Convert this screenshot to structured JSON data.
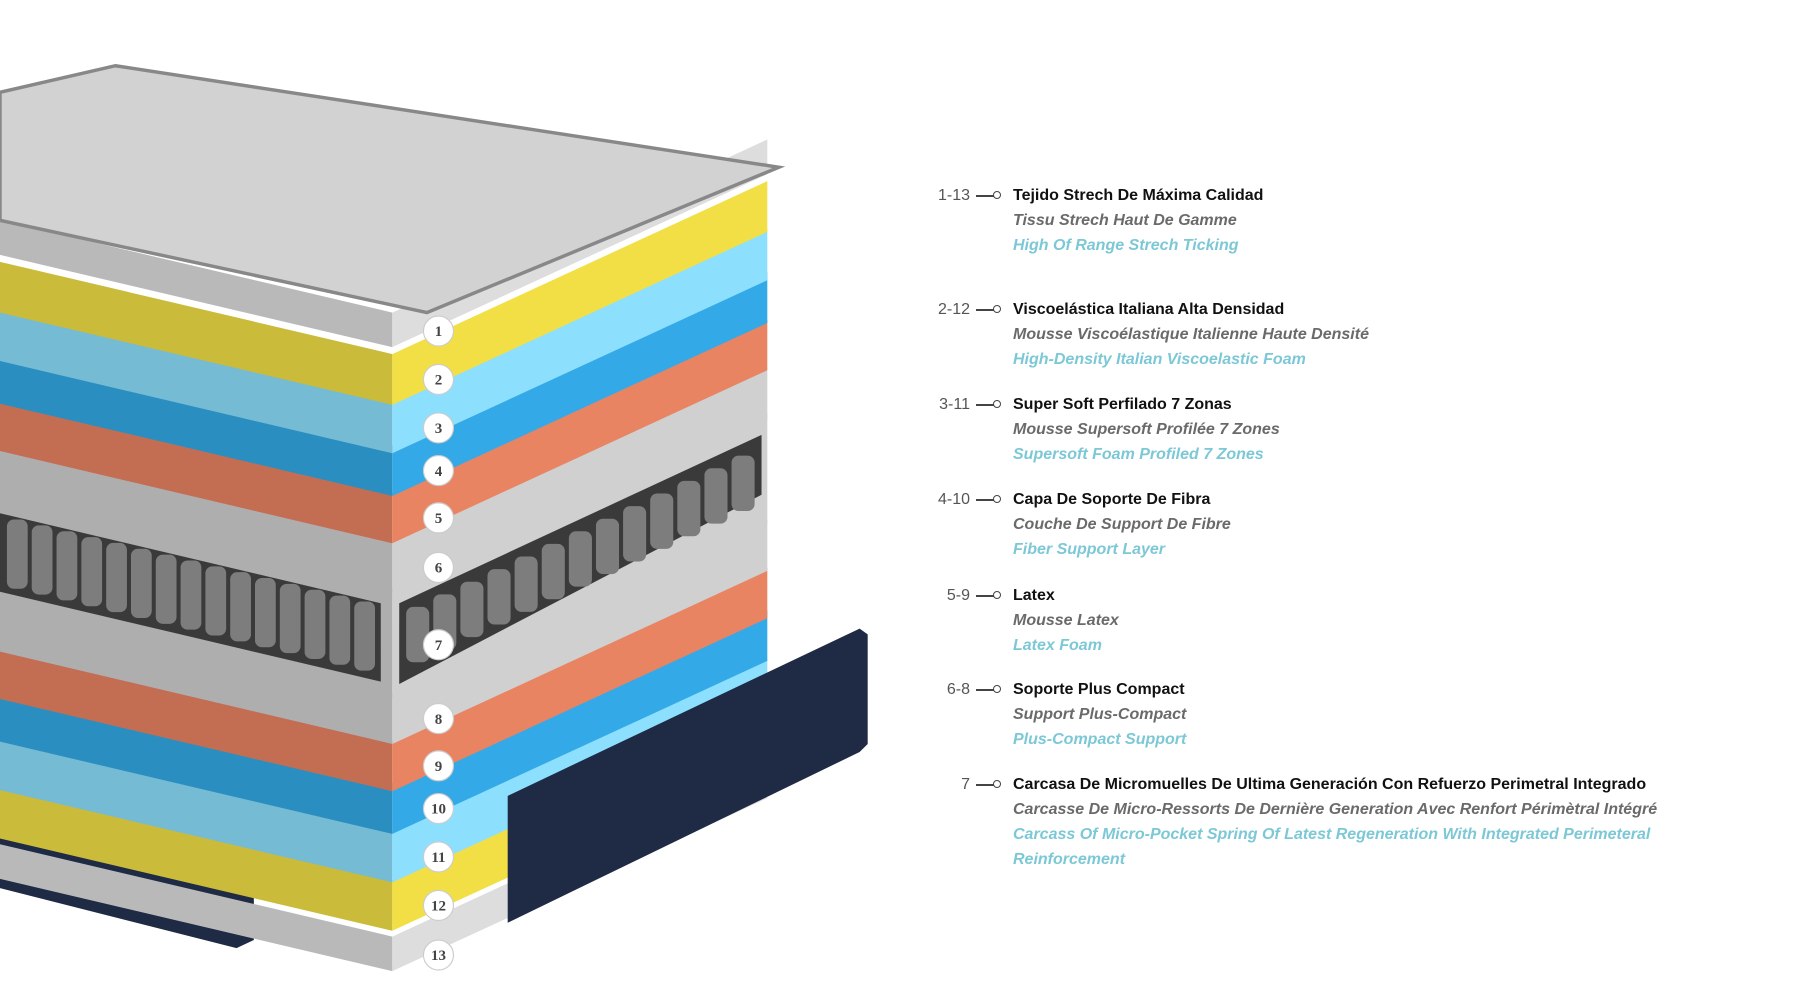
{
  "colors": {
    "ticking": "#c9c9c9",
    "yellow": "#dccb3f",
    "light_blue": "#7fcbe6",
    "blue": "#2f9ad2",
    "orange": "#d4785a",
    "gray": "#bdbdbd",
    "spring_frame": "#3a3a3a",
    "side_panel": "#1f2a44",
    "accent_text": "#7cc8d6"
  },
  "layers": [
    {
      "n": "1",
      "material": "ticking"
    },
    {
      "n": "2",
      "material": "yellow"
    },
    {
      "n": "3",
      "material": "light_blue"
    },
    {
      "n": "4",
      "material": "blue"
    },
    {
      "n": "5",
      "material": "orange"
    },
    {
      "n": "6",
      "material": "gray"
    },
    {
      "n": "7",
      "material": "spring"
    },
    {
      "n": "8",
      "material": "gray"
    },
    {
      "n": "9",
      "material": "orange"
    },
    {
      "n": "10",
      "material": "blue"
    },
    {
      "n": "11",
      "material": "light_blue"
    },
    {
      "n": "12",
      "material": "yellow"
    },
    {
      "n": "13",
      "material": "ticking"
    }
  ],
  "legend": [
    {
      "code": "1-13",
      "es": "Tejido Strech De Máxima Calidad",
      "fr": "Tissu Strech Haut De Gamme",
      "en": "High Of Range Strech Ticking"
    },
    {
      "code": "2-12",
      "es": "Viscoelástica Italiana Alta Densidad",
      "fr": "Mousse Viscoélastique Italienne Haute Densité",
      "en": "High-Density Italian Viscoelastic Foam"
    },
    {
      "code": "3-11",
      "es": "Super Soft  Perfilado 7 Zonas",
      "fr": "Mousse Supersoft Profilée 7 Zones",
      "en": "Supersoft Foam Profiled 7 Zones"
    },
    {
      "code": "4-10",
      "es": "Capa De Soporte De Fibra",
      "fr": "Couche De Support De Fibre",
      "en": "Fiber Support Layer"
    },
    {
      "code": "5-9",
      "es": "Latex",
      "fr": "Mousse Latex",
      "en": "Latex Foam"
    },
    {
      "code": "6-8",
      "es": "Soporte Plus Compact",
      "fr": "Support Plus-Compact",
      "en": "Plus-Compact Support"
    },
    {
      "code": "7",
      "es": "Carcasa De Micromuelles De Ultima Generación Con Refuerzo Perimetral Integrado",
      "fr": "Carcasse De Micro-Ressorts De Dernière Generation Avec Renfort Périmètral Intégré",
      "en": "Carcass Of Micro-Pocket Spring  Of Latest Regeneration With Integrated Perimeteral Reinforcement"
    }
  ]
}
